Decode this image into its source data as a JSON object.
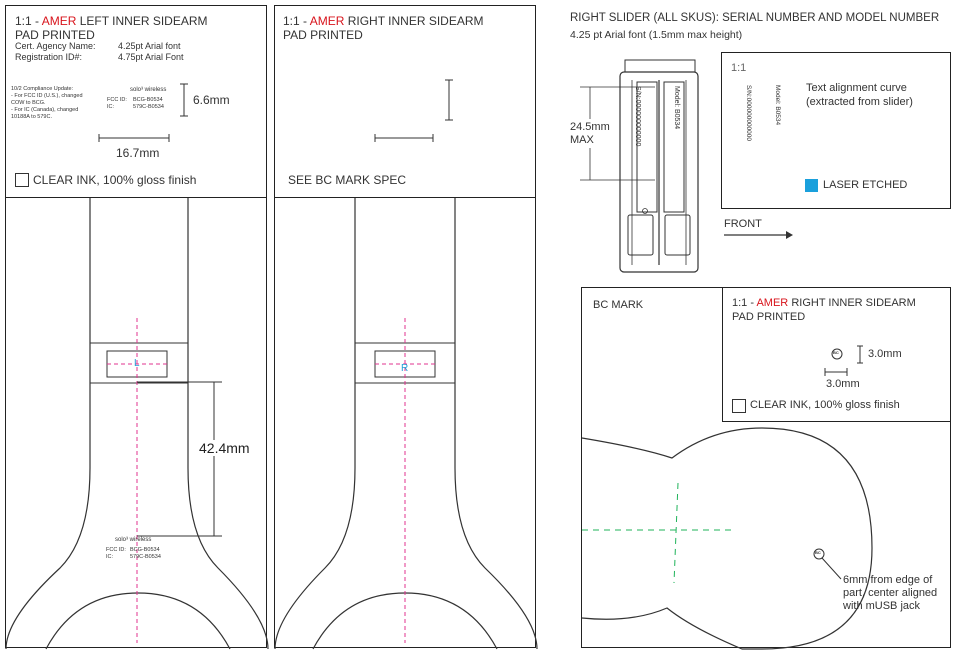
{
  "left_pad": {
    "prefix": "1:1 -",
    "amer": "AMER",
    "title_rest": "LEFT INNER SIDEARM",
    "title_line2": "PAD PRINTED",
    "cert_label": "Cert. Agency Name:",
    "cert_value": "4.25pt Arial font",
    "reg_label": "Registration ID#:",
    "reg_value": "4.75pt Arial Font",
    "compliance_note": [
      "10/2 Compliance Update:",
      "- For FCC ID (U.S.), changed",
      "COW to BCG.",
      "- For IC (Canada), changed",
      "10188A to 579C."
    ],
    "brand": "solo³ wireless",
    "fcc_label": "FCC ID:",
    "fcc_value": "BCG-B0534",
    "ic_label": "IC:",
    "ic_value": "579C-B0534",
    "dim_height": "6.6mm",
    "dim_width": "16.7mm",
    "ink_note": "CLEAR INK, 100% gloss finish",
    "pad_letter": "L",
    "dim_distance": "42.4mm",
    "part_brand": "solo³ wireless",
    "part_fcc_label": "FCC ID:",
    "part_fcc_value": "BCG-B0534",
    "part_ic_label": "IC:",
    "part_ic_value": "579C-B0534"
  },
  "right_pad": {
    "prefix": "1:1 -",
    "amer": "AMER",
    "title_rest": "RIGHT INNER SIDEARM",
    "title_line2": "PAD PRINTED",
    "see_spec": "SEE BC MARK SPEC",
    "pad_letter": "R"
  },
  "slider": {
    "heading": "RIGHT SLIDER (ALL SKUS):  SERIAL NUMBER AND MODEL NUMBER",
    "subheading": "4.25 pt Arial font (1.5mm max height)",
    "dim_label_1": "24.5mm",
    "dim_label_2": "MAX",
    "serial_text": "S/N:000000000000",
    "model_text": "Model: B0534",
    "scale": "1:1",
    "alignment_note_1": "Text alignment curve",
    "alignment_note_2": "(extracted from slider)",
    "laser_label": "LASER ETCHED",
    "front_label": "FRONT"
  },
  "bc_mark": {
    "title": "BC MARK",
    "inset_prefix": "1:1 -",
    "inset_amer": "AMER",
    "inset_title_rest": "RIGHT INNER SIDEARM",
    "inset_title_line2": "PAD PRINTED",
    "dim_height": "3.0mm",
    "dim_width": "3.0mm",
    "ink_note": "CLEAR INK, 100% gloss finish",
    "mark_glyph": "BC",
    "callout_1": "6mm from edge of",
    "callout_2": "part, center aligned",
    "callout_3": "with mUSB jack"
  },
  "colors": {
    "accent_red": "#d8141c",
    "laser_blue": "#1aa0dc",
    "guide_magenta": "#e0338f",
    "guide_cyan": "#22a0d8",
    "guide_green": "#1fb35a"
  }
}
